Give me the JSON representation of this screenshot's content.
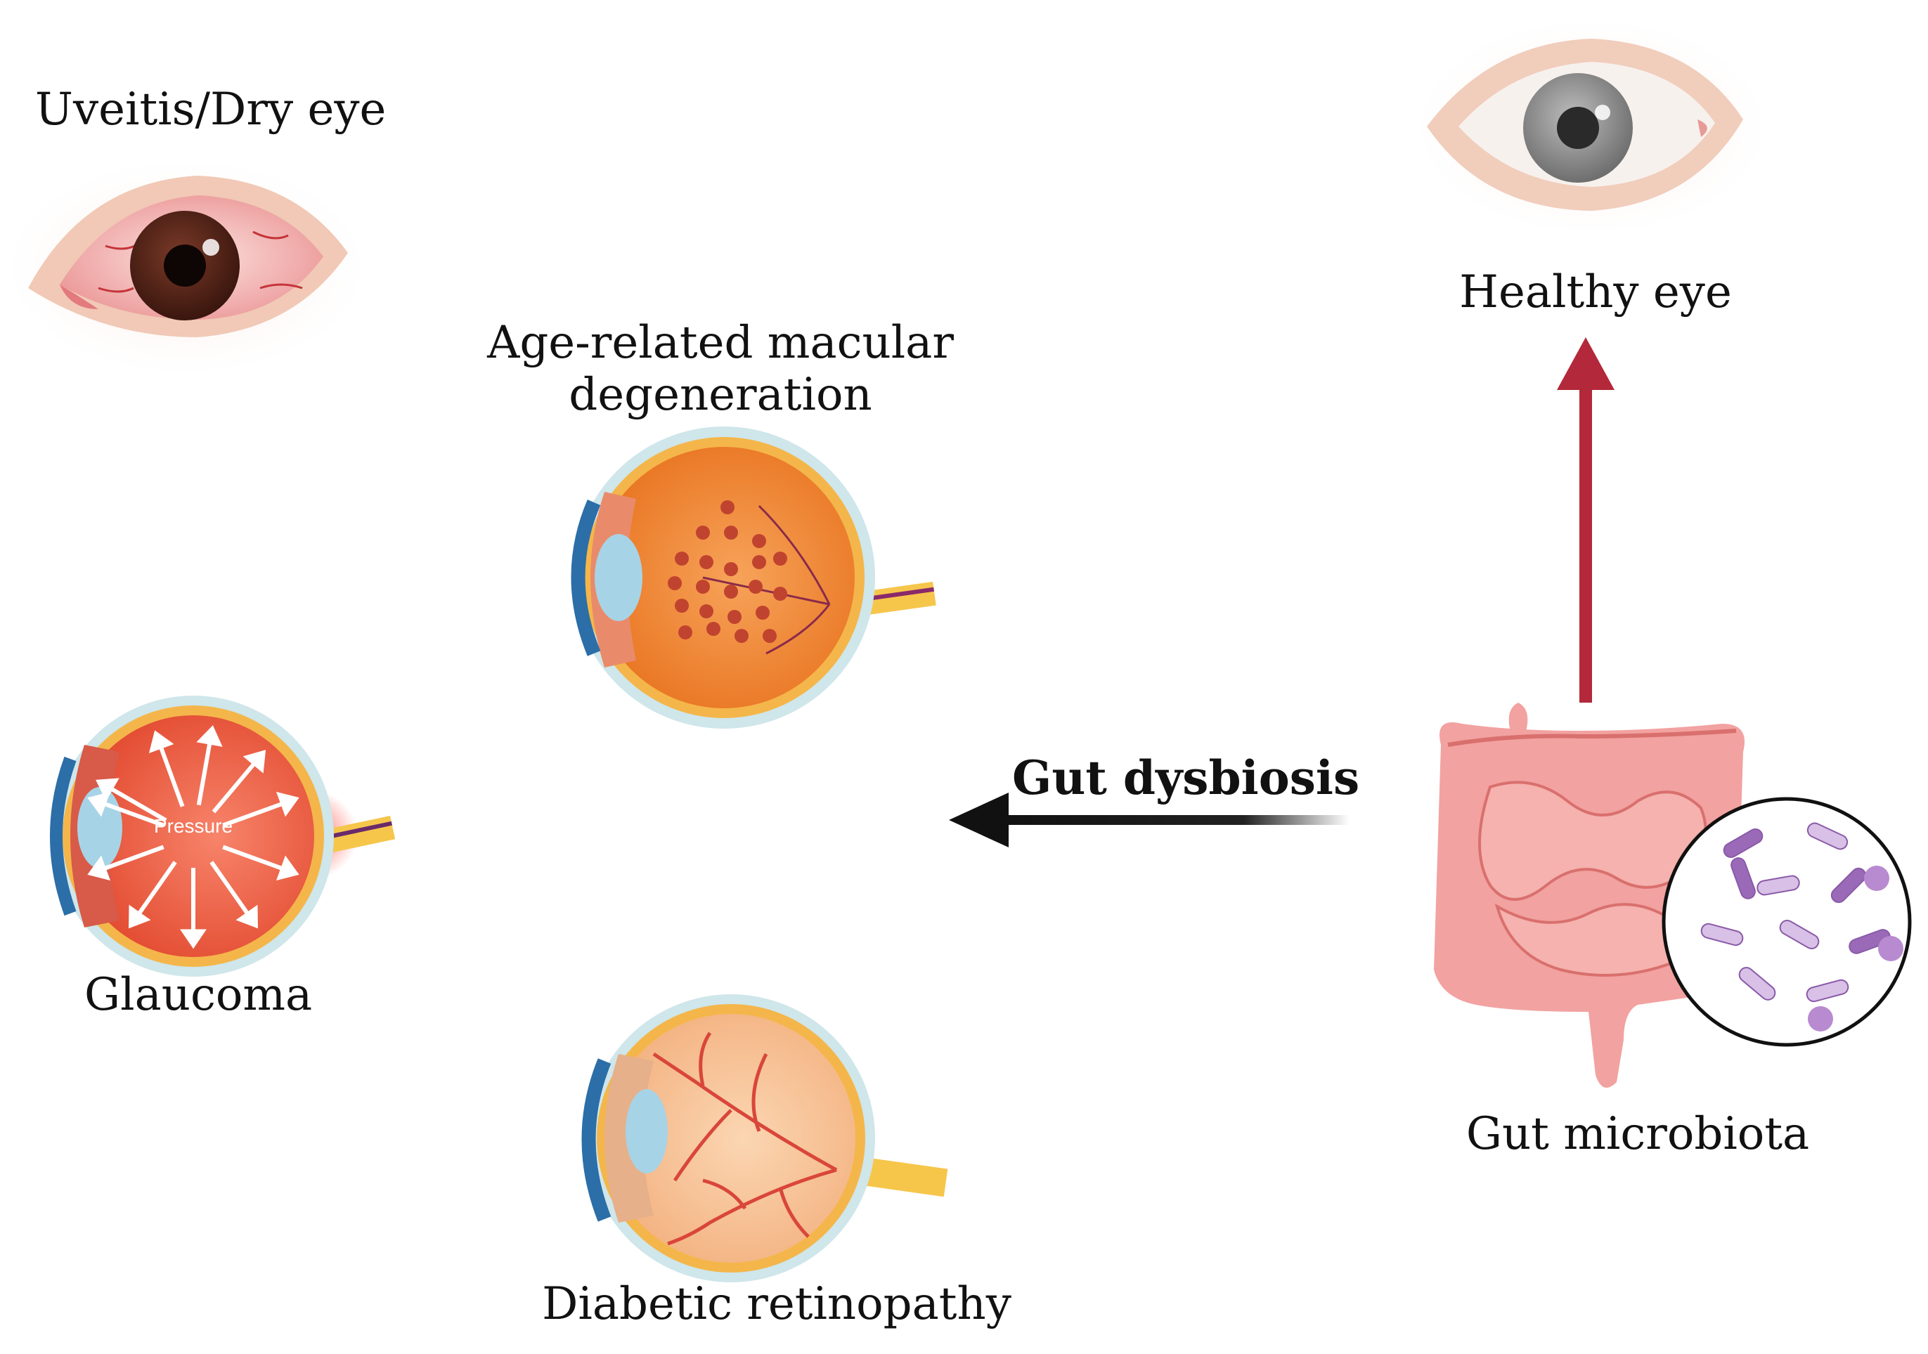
{
  "labels": {
    "uveitis": "Uveitis/Dry eye",
    "amd": "Age-related macular degeneration",
    "glaucoma": "Glaucoma",
    "diabetic": "Diabetic retinopathy",
    "healthy": "Healthy eye",
    "gut_microbiota": "Gut microbiota",
    "gut_dysbiosis": "Gut dysbiosis",
    "pressure": "Pressure"
  },
  "colors": {
    "red_arrow": "#b3283a",
    "black_arrow": "#111111",
    "eye_skin": "#f4d6c8",
    "red_eye_white": "#f6c4c2",
    "iris_brown": "#5a2a1e",
    "iris_gray": "#8f8f8f",
    "amd_fundus": "#f08a3a",
    "amd_drusen": "#c0432f",
    "glaucoma_fundus": "#ef5a40",
    "diabetic_fundus": "#f8c49a",
    "vessel": "#d9463a",
    "intestine": "#f2a2a0",
    "bacteria": "#c9a6d8"
  }
}
